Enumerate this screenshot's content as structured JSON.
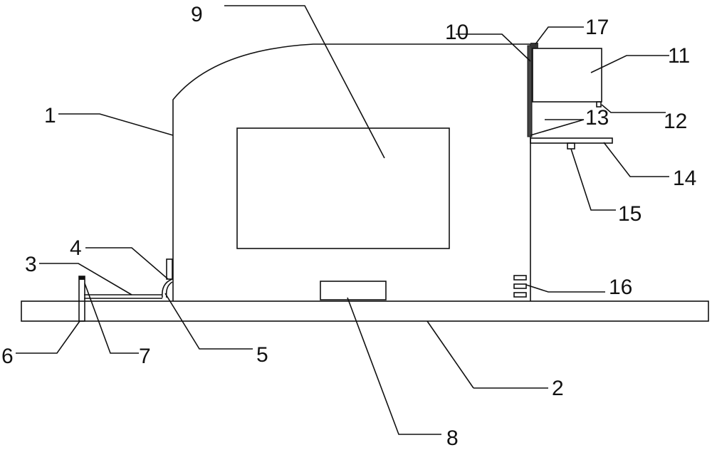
{
  "diagram": {
    "labels": [
      {
        "id": "1",
        "text": "1"
      },
      {
        "id": "2",
        "text": "2"
      },
      {
        "id": "3",
        "text": "3"
      },
      {
        "id": "4",
        "text": "4"
      },
      {
        "id": "5",
        "text": "5"
      },
      {
        "id": "6",
        "text": "6"
      },
      {
        "id": "7",
        "text": "7"
      },
      {
        "id": "8",
        "text": "8"
      },
      {
        "id": "9",
        "text": "9"
      },
      {
        "id": "10",
        "text": "10"
      },
      {
        "id": "11",
        "text": "11"
      },
      {
        "id": "12",
        "text": "12"
      },
      {
        "id": "13",
        "text": "13"
      },
      {
        "id": "14",
        "text": "14"
      },
      {
        "id": "15",
        "text": "15"
      },
      {
        "id": "16",
        "text": "16"
      },
      {
        "id": "17",
        "text": "17"
      }
    ],
    "colors": {
      "line": "#111111",
      "background": "#ffffff"
    }
  }
}
